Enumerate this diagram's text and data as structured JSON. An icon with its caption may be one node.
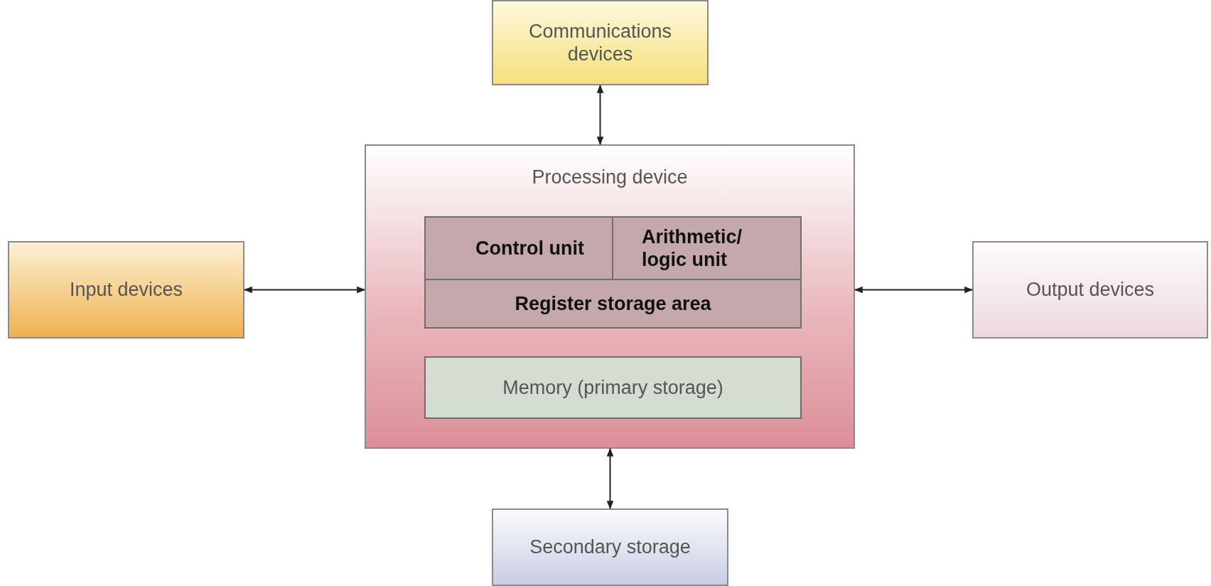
{
  "diagram": {
    "nodes": [
      {
        "text": [
          "Communications devices"
        ]
      },
      {
        "text": [
          "Processing device"
        ]
      },
      {
        "text": [
          "Control unit"
        ],
        "in": 1
      },
      {
        "text": [
          "Arithmetic/ logic unit"
        ],
        "in": 1
      },
      {
        "text": [
          "Register storage area"
        ],
        "in": 1
      },
      {
        "text": [
          "Memory (primary storage)"
        ],
        "in": 1
      },
      {
        "text": [
          "Input devices"
        ]
      },
      {
        "text": [
          "Output devices"
        ]
      },
      {
        "text": [
          "Secondary storage"
        ]
      }
    ],
    "edges": [
      {
        "from": 0,
        "to": 1,
        "arrow": "both"
      },
      {
        "from": 6,
        "to": 1,
        "arrow": "both"
      },
      {
        "from": 1,
        "to": 7,
        "arrow": "both"
      },
      {
        "from": 1,
        "to": 8,
        "arrow": "both"
      }
    ]
  }
}
